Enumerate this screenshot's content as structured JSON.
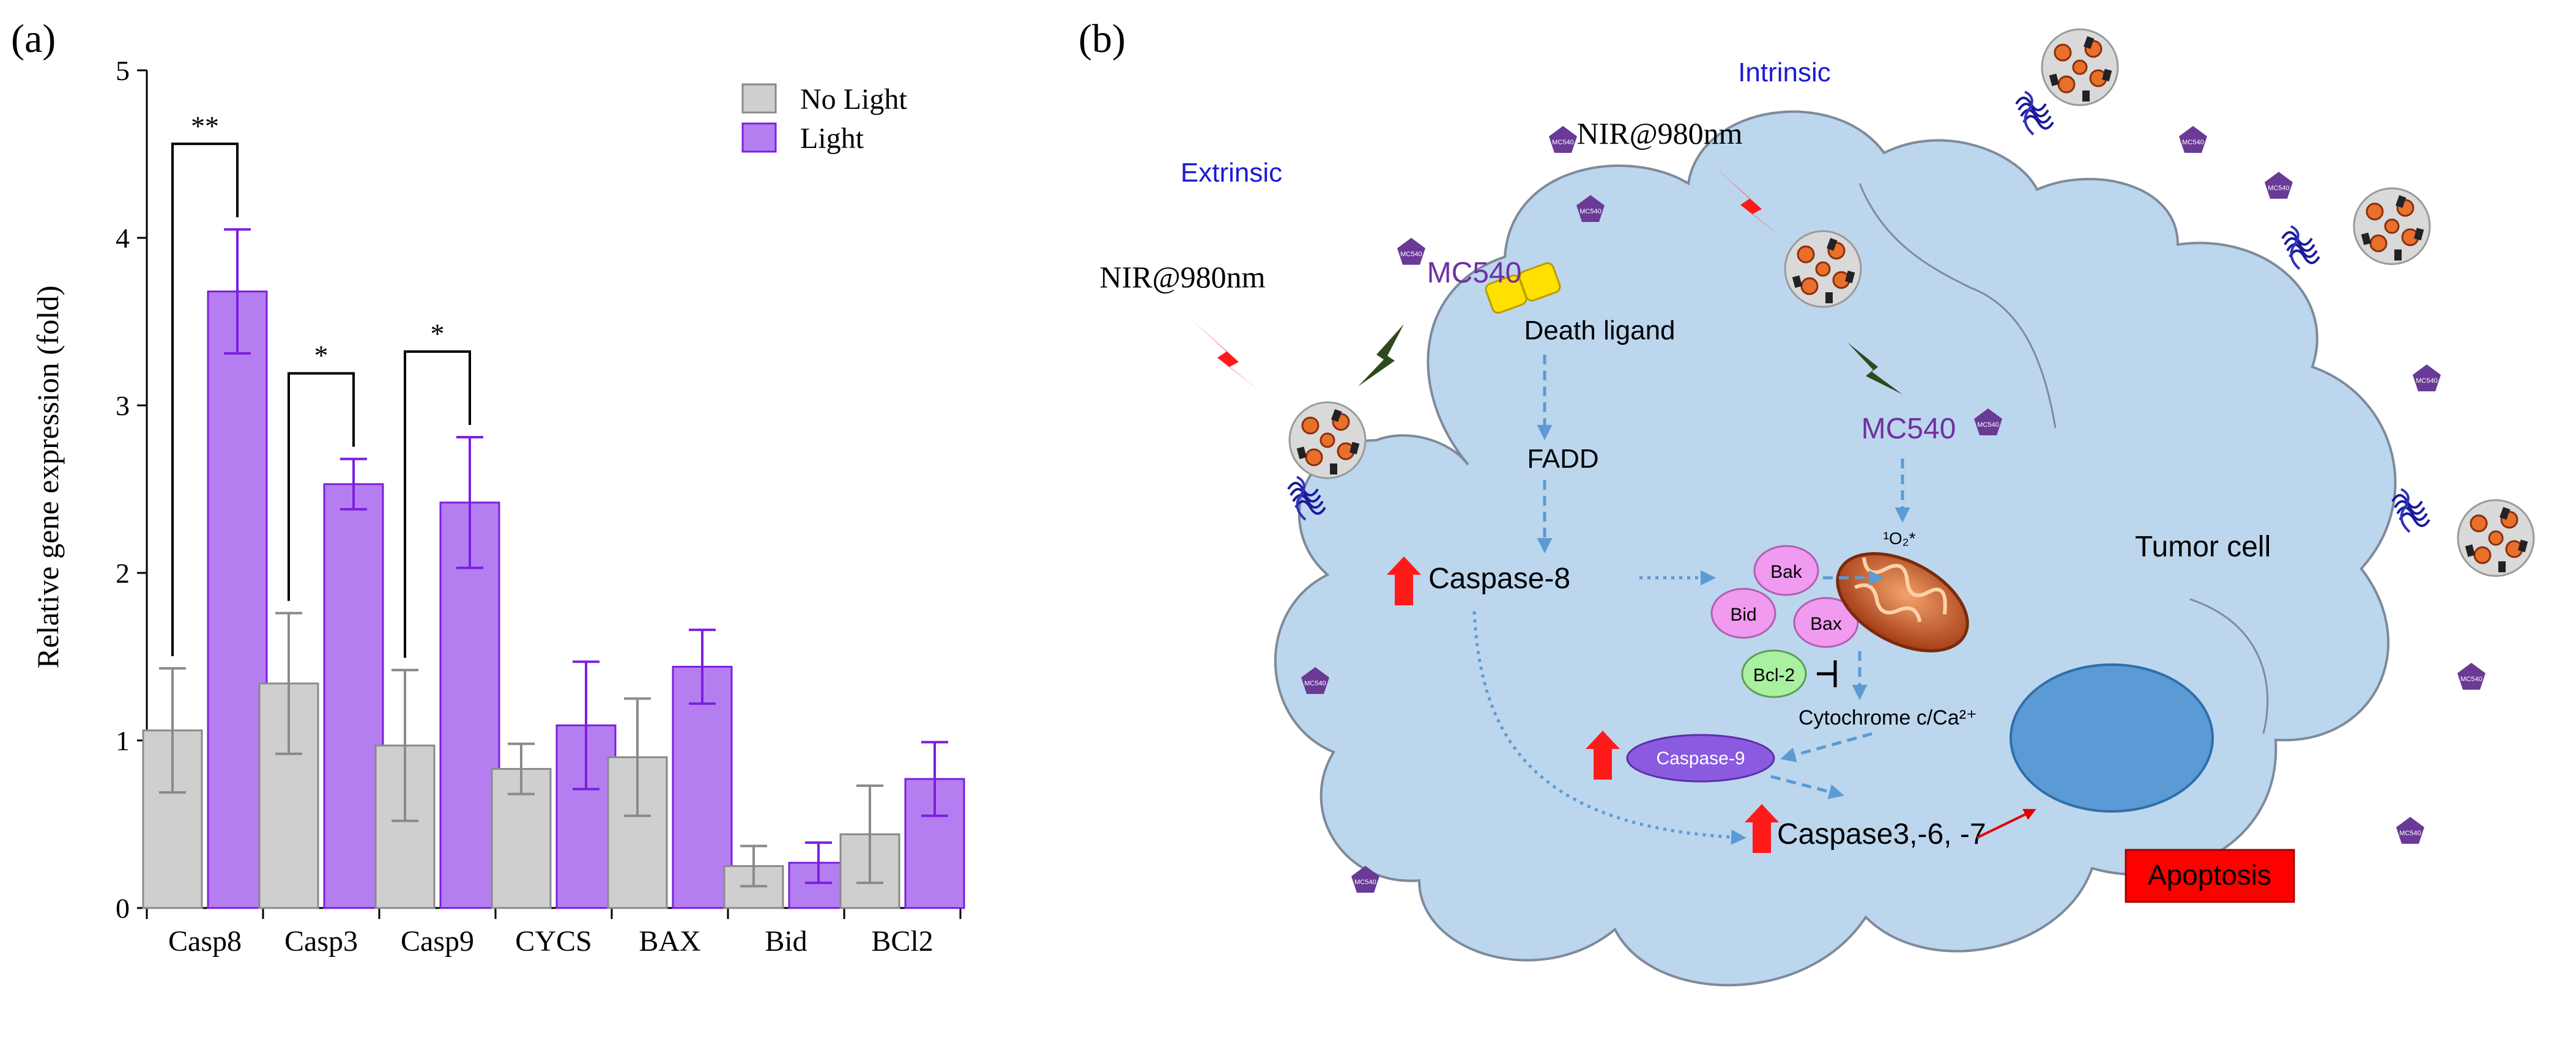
{
  "panel_a": {
    "label": "(a)",
    "ylabel": "Relative gene expression (fold)",
    "legend": [
      "No Light",
      "Light"
    ]
  },
  "panel_b": {
    "label": "(b)",
    "intrinsic": "Intrinsic",
    "extrinsic": "Extrinsic",
    "nir_left": "NIR@980nm",
    "nir_top": "NIR@980nm",
    "mc540_left": "MC540",
    "mc540_mid": "MC540",
    "pentagon_label": "MC540",
    "death_ligand": "Death ligand",
    "fadd": "FADD",
    "caspase8": "Caspase-8",
    "bak": "Bak",
    "bid": "Bid",
    "bax": "Bax",
    "bcl2": "Bcl-2",
    "singlet_oxygen": "¹O₂*",
    "cytochrome": "Cytochrome c/Ca²⁺",
    "caspase9": "Caspase-9",
    "caspase367": "Caspase3,-6, -7",
    "tumor_cell": "Tumor cell",
    "apoptosis": "Apoptosis"
  },
  "colors": {
    "no_light": "#cfcfcf",
    "light": "#b57ef0",
    "light_border": "#7a1fe0",
    "cell_fill": "#bcd6ee",
    "nucleus": "#5b9bd5",
    "arrow_blue": "#5b9bd5",
    "apoptosis_red": "#ff0000",
    "text_blue": "#1a1ad9",
    "text_purple": "#7030a0"
  },
  "chart_data": {
    "type": "bar",
    "categories": [
      "Casp8",
      "Casp3",
      "Casp9",
      "CYCS",
      "BAX",
      "Bid",
      "BCl2"
    ],
    "ylim": [
      0,
      5
    ],
    "yticks": [
      0,
      1,
      2,
      3,
      4,
      5
    ],
    "series": [
      {
        "name": "No Light",
        "values": [
          1.06,
          1.34,
          0.97,
          0.83,
          0.9,
          0.25,
          0.44
        ],
        "errors": [
          0.37,
          0.42,
          0.45,
          0.15,
          0.35,
          0.12,
          0.29
        ]
      },
      {
        "name": "Light",
        "values": [
          3.68,
          2.53,
          2.42,
          1.09,
          1.44,
          0.27,
          0.77
        ],
        "errors": [
          0.37,
          0.15,
          0.39,
          0.38,
          0.22,
          0.12,
          0.22
        ]
      }
    ],
    "significance": [
      {
        "category": "Casp8",
        "label": "**"
      },
      {
        "category": "Casp3",
        "label": "*"
      },
      {
        "category": "Casp9",
        "label": "*"
      }
    ]
  }
}
